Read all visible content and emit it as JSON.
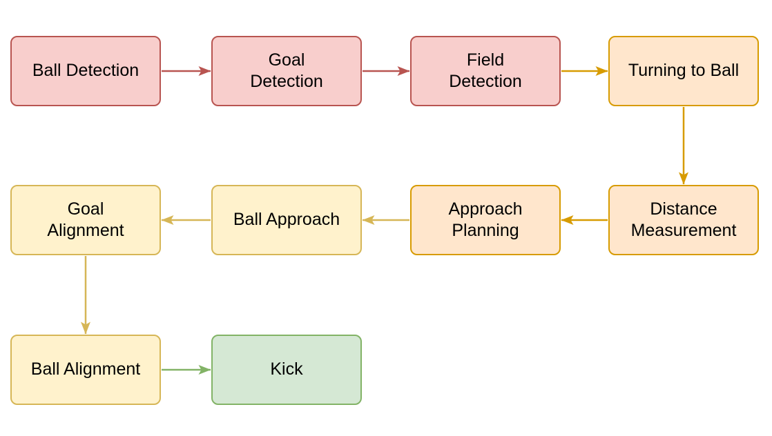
{
  "diagram": {
    "background": "#ffffff",
    "text_color": "#000000",
    "themes": {
      "red": {
        "fill": "#f8cecc",
        "stroke": "#b85450"
      },
      "orange": {
        "fill": "#ffe6cc",
        "stroke": "#d79b00"
      },
      "yellow": {
        "fill": "#fff2cc",
        "stroke": "#d6b656"
      },
      "green": {
        "fill": "#d5e8d4",
        "stroke": "#82b366"
      }
    },
    "nodes": [
      {
        "id": "ball-detection",
        "label": "Ball Detection",
        "theme": "red"
      },
      {
        "id": "goal-detection",
        "label": "Goal\nDetection",
        "theme": "red"
      },
      {
        "id": "field-detection",
        "label": "Field\nDetection",
        "theme": "red"
      },
      {
        "id": "turning-to-ball",
        "label": "Turning to Ball",
        "theme": "orange"
      },
      {
        "id": "distance-measurement",
        "label": "Distance\nMeasurement",
        "theme": "orange"
      },
      {
        "id": "approach-planning",
        "label": "Approach\nPlanning",
        "theme": "orange"
      },
      {
        "id": "ball-approach",
        "label": "Ball Approach",
        "theme": "yellow"
      },
      {
        "id": "goal-alignment",
        "label": "Goal\nAlignment",
        "theme": "yellow"
      },
      {
        "id": "ball-alignment",
        "label": "Ball Alignment",
        "theme": "yellow"
      },
      {
        "id": "kick",
        "label": "Kick",
        "theme": "green"
      }
    ],
    "edges": [
      {
        "from": "ball-detection",
        "to": "goal-detection",
        "theme": "red"
      },
      {
        "from": "goal-detection",
        "to": "field-detection",
        "theme": "red"
      },
      {
        "from": "field-detection",
        "to": "turning-to-ball",
        "theme": "orange"
      },
      {
        "from": "turning-to-ball",
        "to": "distance-measurement",
        "theme": "orange"
      },
      {
        "from": "distance-measurement",
        "to": "approach-planning",
        "theme": "orange"
      },
      {
        "from": "approach-planning",
        "to": "ball-approach",
        "theme": "yellow"
      },
      {
        "from": "ball-approach",
        "to": "goal-alignment",
        "theme": "yellow"
      },
      {
        "from": "goal-alignment",
        "to": "ball-alignment",
        "theme": "yellow"
      },
      {
        "from": "ball-alignment",
        "to": "kick",
        "theme": "green"
      }
    ]
  }
}
